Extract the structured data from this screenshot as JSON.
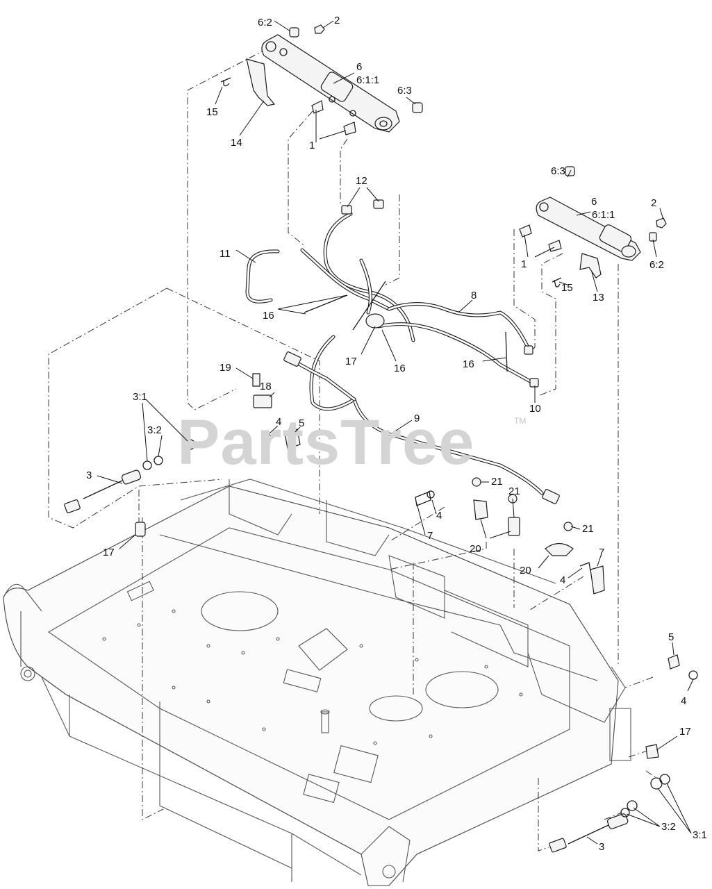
{
  "watermark": {
    "text": "PartsTree",
    "tm": "TM"
  },
  "callouts": {
    "c62_top": "6:2",
    "c2_top": "2",
    "c6_top": "6",
    "c611_top": "6:1:1",
    "c63_top": "6:3",
    "c15_top": "15",
    "c14": "14",
    "c1_top": "1",
    "c12": "12",
    "c11": "11",
    "c63_r": "6:3",
    "c6_r": "6",
    "c611_r": "6:1:1",
    "c2_r": "2",
    "c1_r": "1",
    "c62_r": "6:2",
    "c15_r": "15",
    "c13": "13",
    "c8": "8",
    "c16_a": "16",
    "c17_mid": "17",
    "c16_b": "16",
    "c16_c": "16",
    "c10": "10",
    "c19": "19",
    "c18": "18",
    "c31_l": "3:1",
    "c32_l": "3:2",
    "c4_l": "4",
    "c5_l": "5",
    "c9": "9",
    "c3_l": "3",
    "c21_a": "21",
    "c4_m": "4",
    "c7_m": "7",
    "c21_b": "21",
    "c20_a": "20",
    "c17_l": "17",
    "c21_c": "21",
    "c20_b": "20",
    "c7_r": "7",
    "c4_r": "4",
    "c5_r": "5",
    "c4_rr": "4",
    "c17_r": "17",
    "c32_r": "3:2",
    "c31_r": "3:1",
    "c3_r": "3"
  }
}
